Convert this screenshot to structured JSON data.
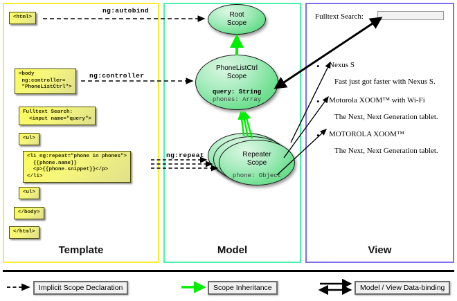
{
  "diagram": {
    "columns": [
      {
        "id": "template",
        "label": "Template",
        "border_color": "#f3ef2e"
      },
      {
        "id": "model",
        "label": "Model",
        "border_color": "#4df0a8"
      },
      {
        "id": "view",
        "label": "View",
        "border_color": "#7d6ff0"
      }
    ]
  },
  "template": {
    "boxes": [
      {
        "name": "html-open",
        "code": "<html>"
      },
      {
        "name": "body-open",
        "code": "<body\n ng:controller=\n \"PhoneListCtrl\">"
      },
      {
        "name": "fulltext-search",
        "code": "Fulltext Search:\n  <input name=\"query\">"
      },
      {
        "name": "ul-open",
        "code": "<ul>"
      },
      {
        "name": "li-repeat",
        "code": "<li ng:repeat=\"phone in phones\">\n  {{phone.name}}\n  <p>{{phone.snippet}}</p>\n</li>"
      },
      {
        "name": "ul-close",
        "code": "<ul>"
      },
      {
        "name": "body-close",
        "code": "</body>"
      },
      {
        "name": "html-close",
        "code": "</html>"
      }
    ]
  },
  "model": {
    "scopes": [
      {
        "name": "root-scope",
        "title_line1": "Root",
        "title_line2": "Scope",
        "props": []
      },
      {
        "name": "phonelistctrl-scope",
        "title_line1": "PhoneListCtrl",
        "title_line2": "Scope",
        "props": [
          {
            "text": "query: String",
            "bold": true
          },
          {
            "text": "phones: Array",
            "bold": false
          }
        ]
      },
      {
        "name": "repeater-scope",
        "title_line1": "Repeater",
        "title_line2": "Scope",
        "props": [
          {
            "text": "phone: Object",
            "bold": false
          }
        ]
      }
    ]
  },
  "arrow_labels": {
    "autobind": "ng:autobind",
    "controller": "ng:controller",
    "repeat": "ng:repeat"
  },
  "view": {
    "search_label": "Fulltext Search:",
    "search_value": "",
    "search_placeholder": "",
    "items": [
      {
        "title": "Nexus S",
        "snippet": "Fast just got faster with Nexus S."
      },
      {
        "title": "Motorola XOOM™  with Wi-Fi",
        "snippet": "The Next, Next Generation tablet."
      },
      {
        "title": "MOTOROLA XOOM™",
        "snippet": "The Next, Next Generation tablet."
      }
    ]
  },
  "legend": {
    "items": [
      {
        "name": "implicit-scope-declaration",
        "label": "Implicit Scope Declaration",
        "style": "dashed-black-arrow"
      },
      {
        "name": "scope-inheritance",
        "label": "Scope Inheritance",
        "style": "solid-green-arrow"
      },
      {
        "name": "model-view-data-binding",
        "label": "Model / View Data-binding",
        "style": "double-black-arrow"
      }
    ]
  },
  "colors": {
    "template_border": "#f3ef2e",
    "model_border": "#4df0a8",
    "view_border": "#7d6ff0",
    "code_box_fill": "#f7f76a",
    "scope_fill": "#6ee08f",
    "inheritance_arrow": "#00ee00"
  }
}
